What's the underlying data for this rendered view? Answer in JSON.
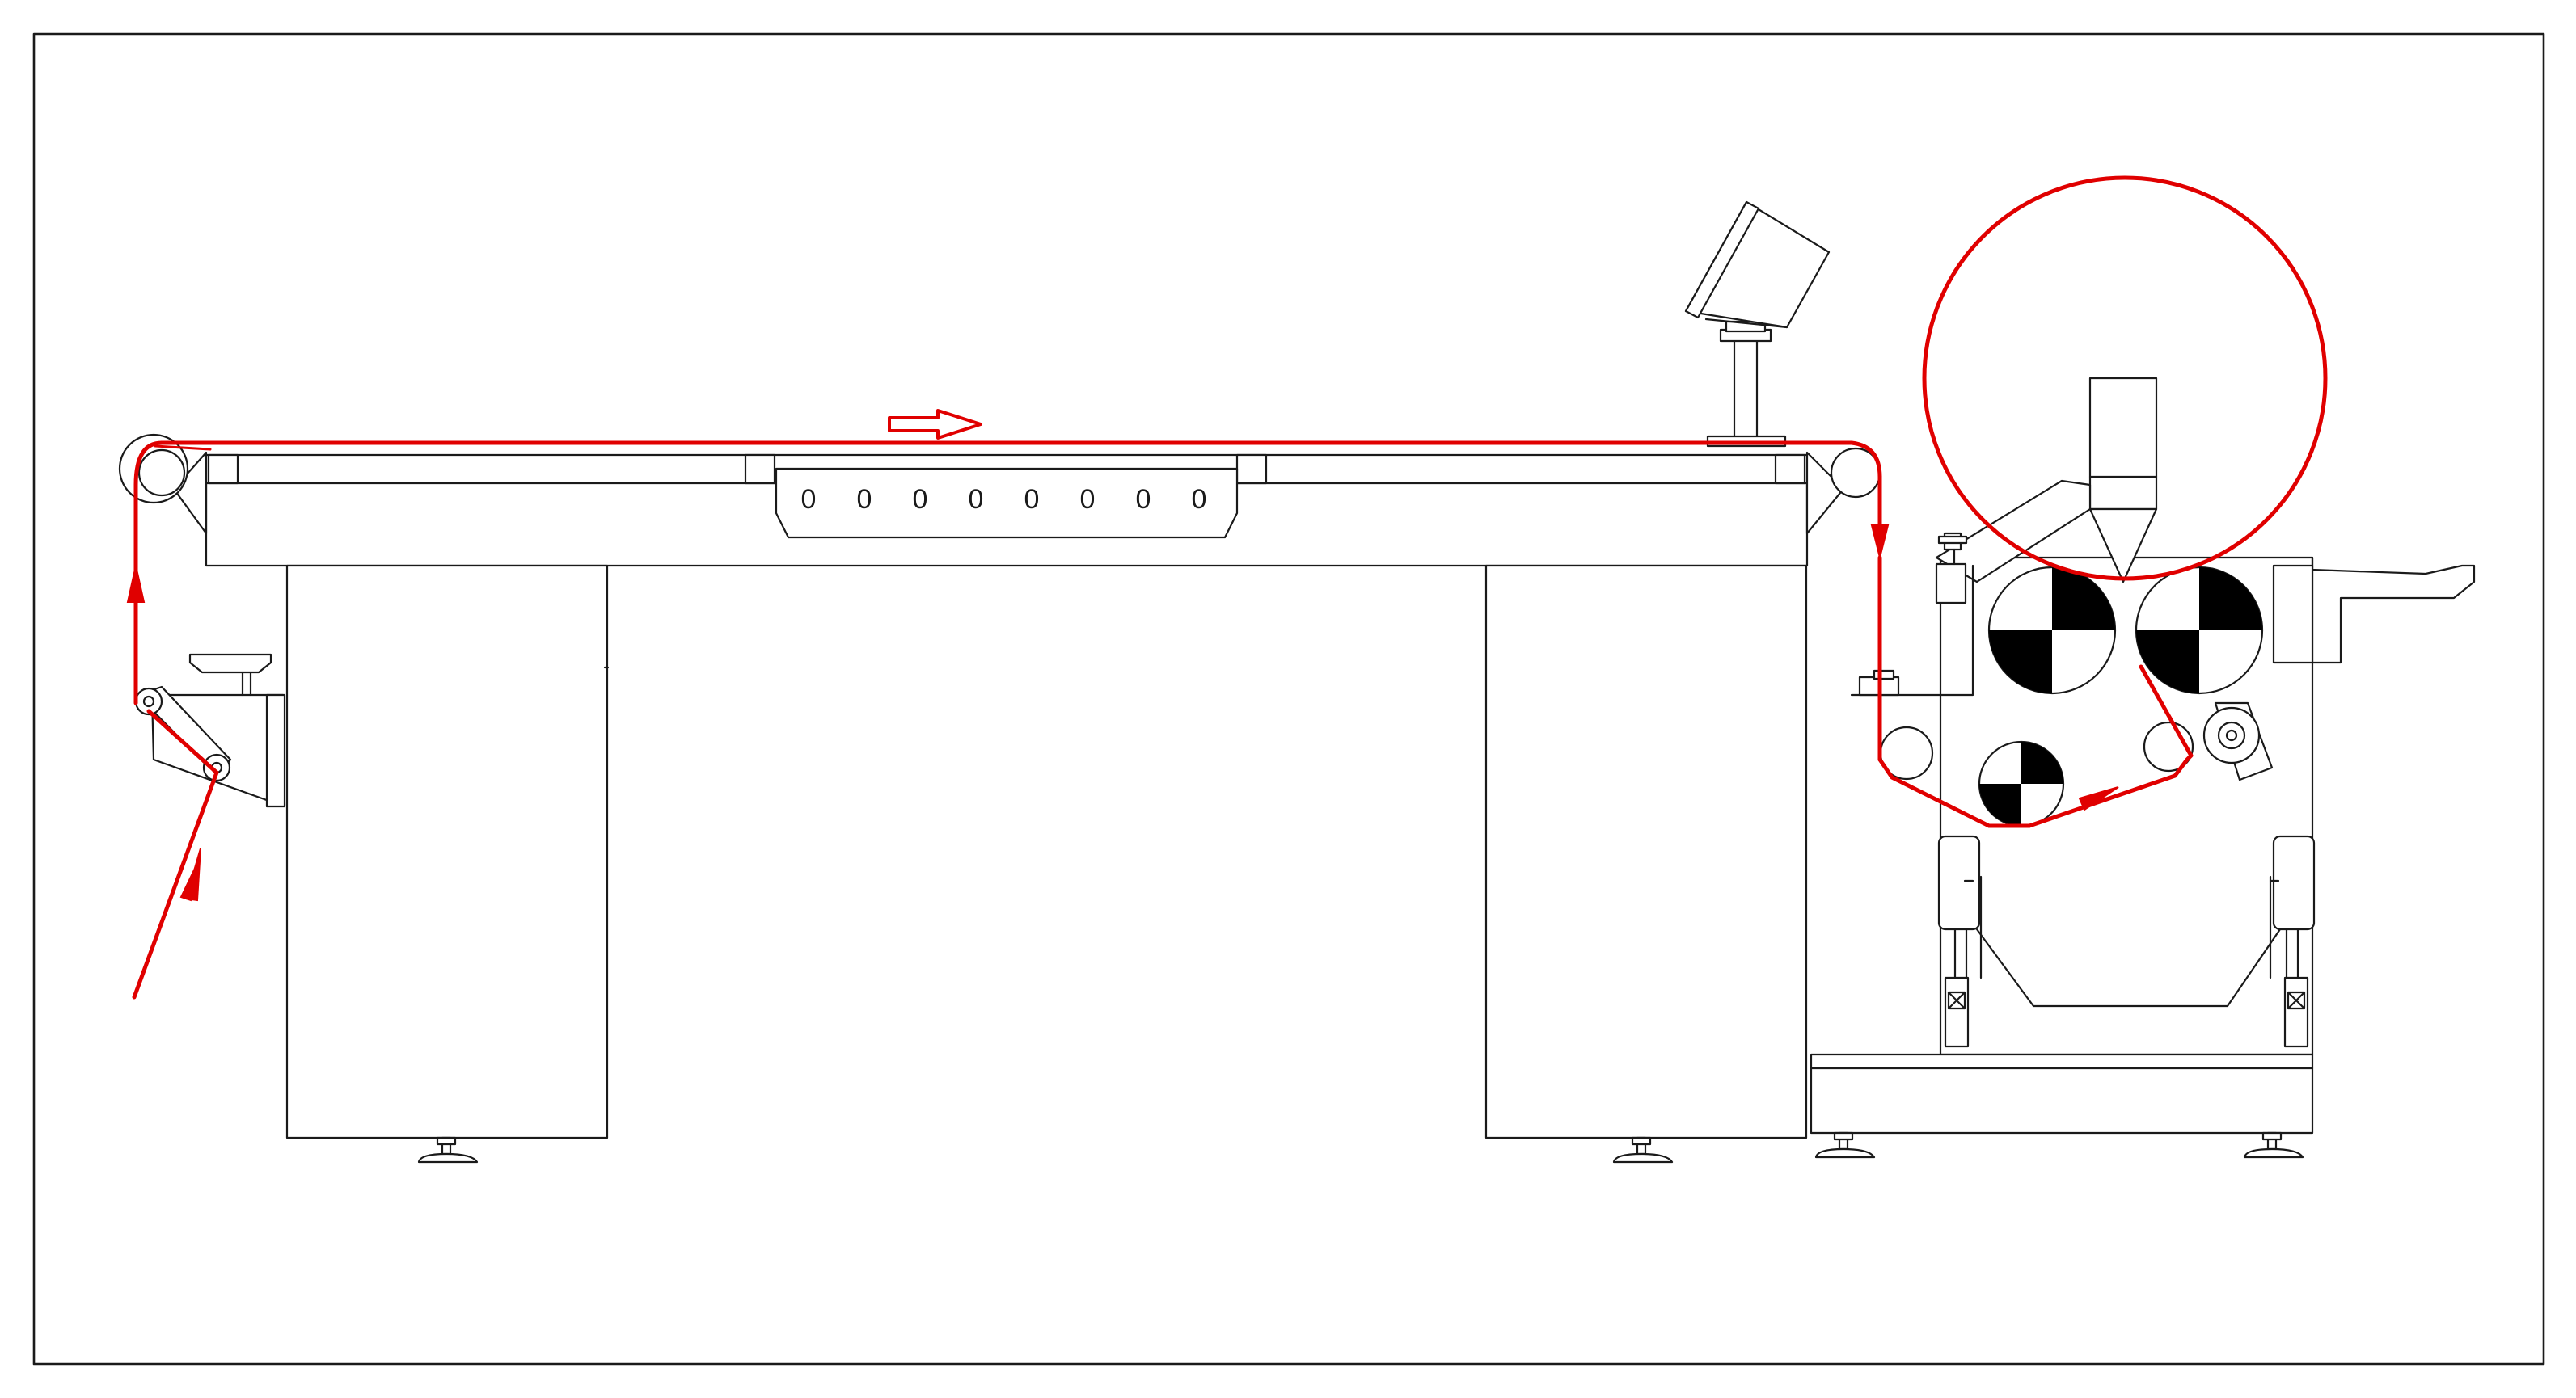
{
  "diagram": {
    "slot_marks": [
      "0",
      "0",
      "0",
      "0",
      "0",
      "0",
      "0",
      "0"
    ],
    "colors": {
      "line": "#1a1a1a",
      "web_path": "#e00000",
      "background": "#ffffff"
    },
    "icons": {
      "flow_arrow": "hollow-right-arrow",
      "roller_quadrant": "black-white-quadrant-disc"
    }
  }
}
